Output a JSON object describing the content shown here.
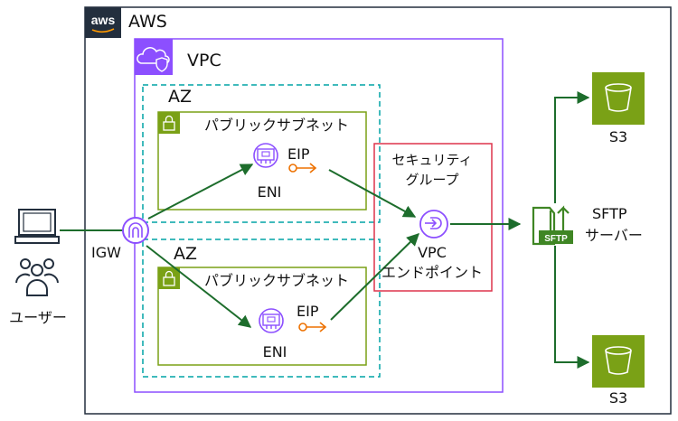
{
  "aws": {
    "logo": "aws",
    "label": "AWS"
  },
  "vpc": {
    "label": "VPC"
  },
  "az_top": {
    "label": "AZ"
  },
  "az_bottom": {
    "label": "AZ"
  },
  "subnet_top": {
    "label": "パブリックサブネット"
  },
  "subnet_bottom": {
    "label": "パブリックサブネット"
  },
  "eni_top": {
    "label": "ENI"
  },
  "eni_bottom": {
    "label": "ENI"
  },
  "eip_top": {
    "label": "EIP"
  },
  "eip_bottom": {
    "label": "EIP"
  },
  "igw": {
    "label": "IGW"
  },
  "user": {
    "label": "ユーザー"
  },
  "security_group": {
    "line1": "セキュリティ",
    "line2": "グループ"
  },
  "vpc_endpoint": {
    "line1": "VPC",
    "line2": "エンドポイント"
  },
  "sftp": {
    "line1": "SFTP",
    "line2": "サーバー",
    "badge": "SFTP"
  },
  "s3_top": {
    "label": "S3"
  },
  "s3_bottom": {
    "label": "S3"
  },
  "colors": {
    "aws_border": "#232f3e",
    "vpc_purple": "#8c4fff",
    "az_teal": "#00a4a6",
    "subnet_green": "#7aa116",
    "arrow_green": "#1d6d2c",
    "security_red": "#dd344c",
    "sftp_green": "#3f8624",
    "eip_orange": "#ed7100",
    "s3_green": "#7aa116"
  }
}
